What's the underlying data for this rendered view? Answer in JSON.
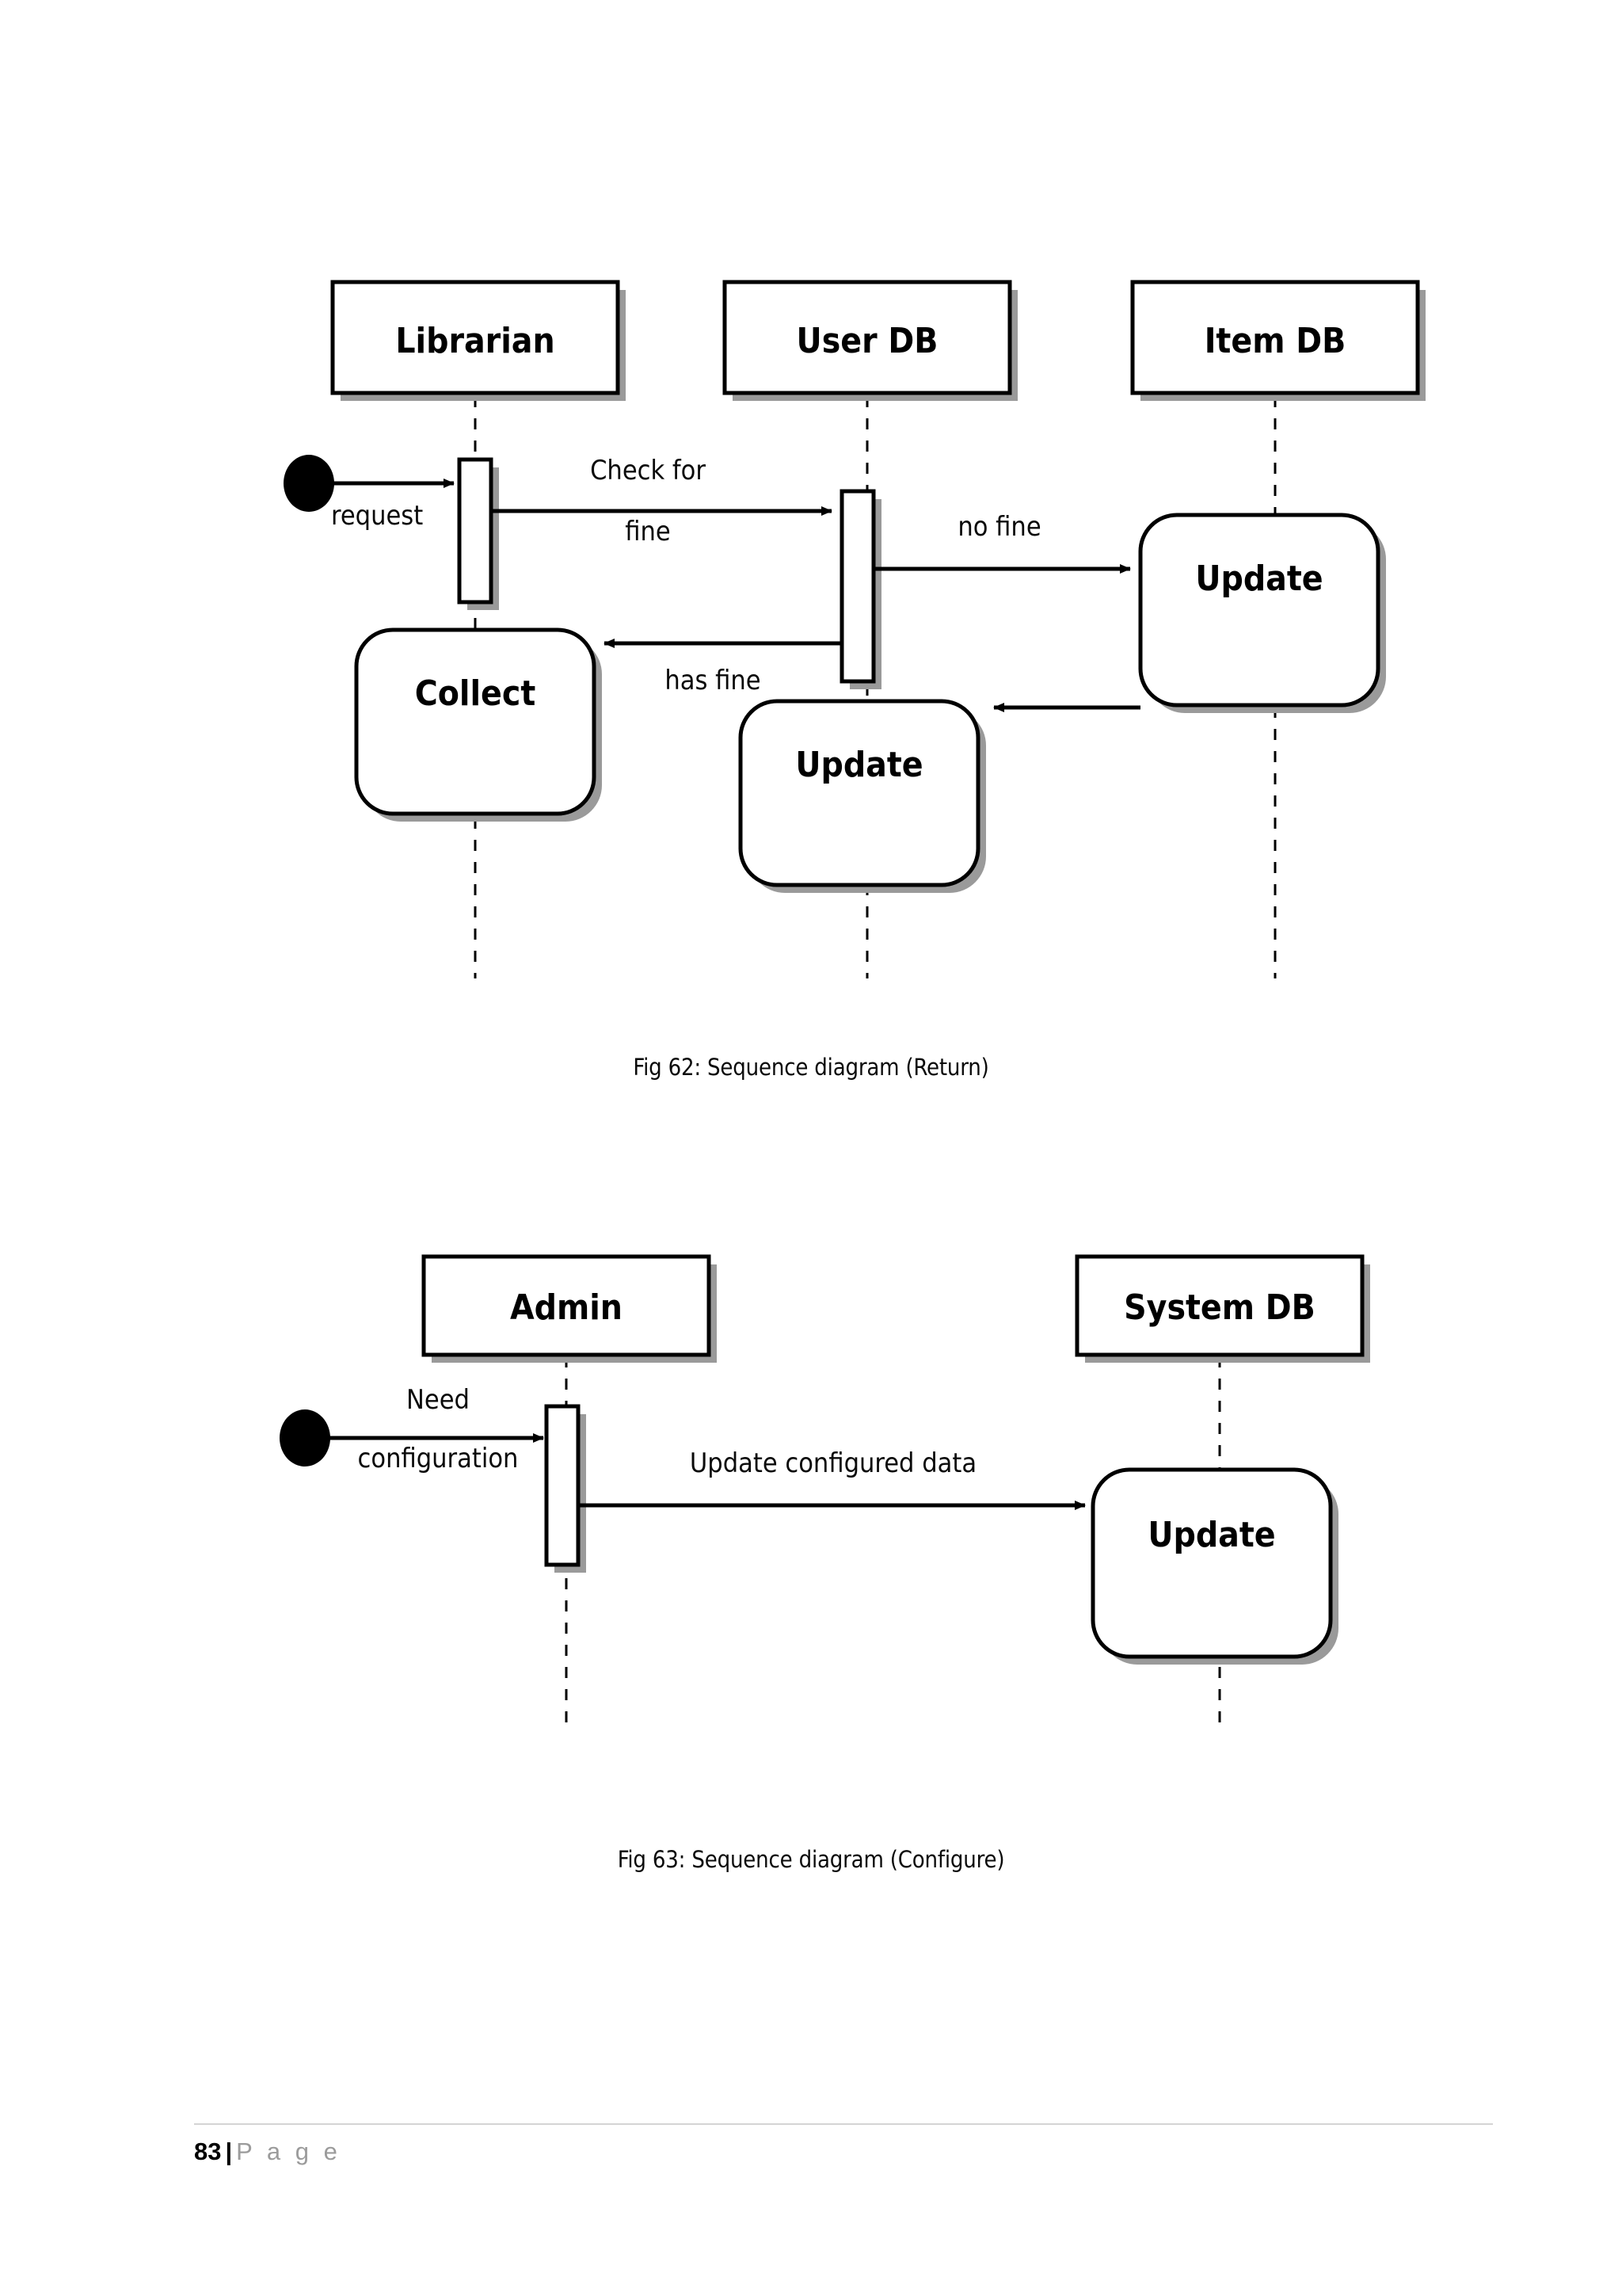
{
  "page": {
    "footer": {
      "number": "83",
      "separator": "|",
      "label": "P a g e"
    }
  },
  "figures": [
    {
      "id": "fig-62",
      "caption": "Fig 62: Sequence diagram (Return)",
      "lifelines": [
        {
          "name": "Librarian"
        },
        {
          "name": "User DB"
        },
        {
          "name": "Item DB"
        }
      ],
      "activities": [
        {
          "name": "Collect",
          "on": "Librarian"
        },
        {
          "name": "Update",
          "on": "User DB"
        },
        {
          "name": "Update",
          "on": "Item DB"
        }
      ],
      "messages": [
        {
          "label": "request",
          "from": "start",
          "to": "Librarian"
        },
        {
          "label_line1": "Check for",
          "label_line2": "fine",
          "from": "Librarian",
          "to": "User DB"
        },
        {
          "label": "no fine",
          "from": "User DB",
          "to": "Item DB"
        },
        {
          "label": "has fine",
          "from": "User DB",
          "to": "Librarian"
        },
        {
          "label": "",
          "from": "Item DB",
          "to": "User DB"
        }
      ]
    },
    {
      "id": "fig-63",
      "caption": "Fig 63: Sequence diagram (Configure)",
      "lifelines": [
        {
          "name": "Admin"
        },
        {
          "name": "System DB"
        }
      ],
      "activities": [
        {
          "name": "Update",
          "on": "System DB"
        }
      ],
      "messages": [
        {
          "label_line1": "Need",
          "label_line2": "configuration",
          "from": "start",
          "to": "Admin"
        },
        {
          "label": "Update configured data",
          "from": "Admin",
          "to": "System DB"
        }
      ]
    }
  ],
  "colors": {
    "stroke": "#000000",
    "shadow": "#9a9a9a",
    "fill": "#ffffff",
    "footer_rule": "#d4d4d4",
    "footer_label": "#9b9b9b"
  }
}
